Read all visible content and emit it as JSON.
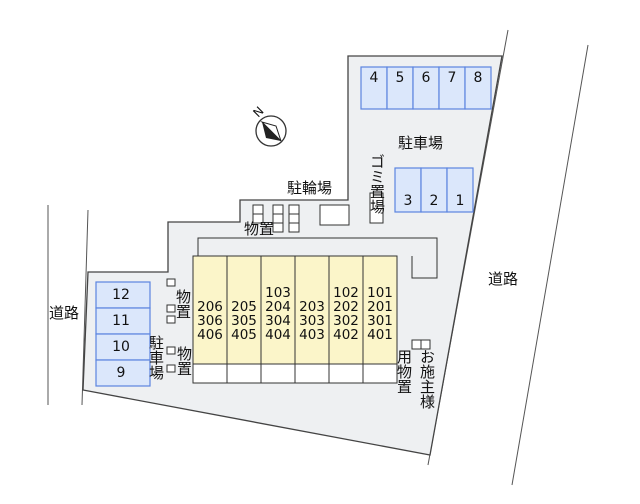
{
  "north_label": "N",
  "labels": {
    "road_left": "道路",
    "road_right": "道路",
    "parking_right": "駐車場",
    "parking_left": "駐車場",
    "bicycle_parking": "駐輪場",
    "trash": "ゴミ置場",
    "storage_top": "物置",
    "storage_left_1": "物置",
    "storage_left_2": "物置",
    "storage_right": "用物置",
    "customer": "お施主様"
  },
  "parking_top": [
    "4",
    "5",
    "6",
    "7",
    "8"
  ],
  "parking_right_lot": [
    "3",
    "2",
    "1"
  ],
  "parking_left_lot": [
    "12",
    "11",
    "10",
    "9"
  ],
  "units": [
    [
      "206",
      "306",
      "406"
    ],
    [
      "205",
      "305",
      "405"
    ],
    [
      "103",
      "204",
      "304",
      "404"
    ],
    [
      "203",
      "303",
      "403"
    ],
    [
      "102",
      "202",
      "302",
      "402"
    ],
    [
      "101",
      "201",
      "301",
      "401"
    ]
  ],
  "colors": {
    "lot_fill": "#eef0f2",
    "parking_fill": "#dbe7fb",
    "parking_border": "#5b84e0",
    "building_fill": "#fbf5c9"
  }
}
